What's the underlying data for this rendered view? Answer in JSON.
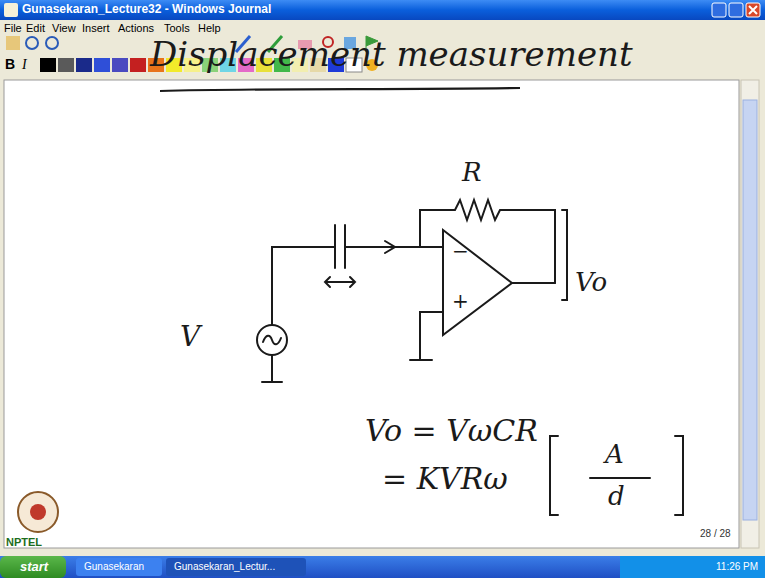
{
  "diagram": {
    "title": "Displacement measurement",
    "labels": [
      "Gunasekaran_Lecture32 - Windows Journal",
      "File",
      "Edit",
      "View",
      "Insert",
      "Actions",
      "Tools",
      "Help",
      "B",
      "I",
      "R",
      "V",
      "Vo",
      "−",
      "+",
      "Vo = VωCR",
      "= KVRω",
      "A",
      "d",
      "28 / 28",
      "NPTEL",
      "start",
      "Gunasekaran",
      "Gunasekaran_Lectur...",
      "11:26 PM"
    ]
  }
}
